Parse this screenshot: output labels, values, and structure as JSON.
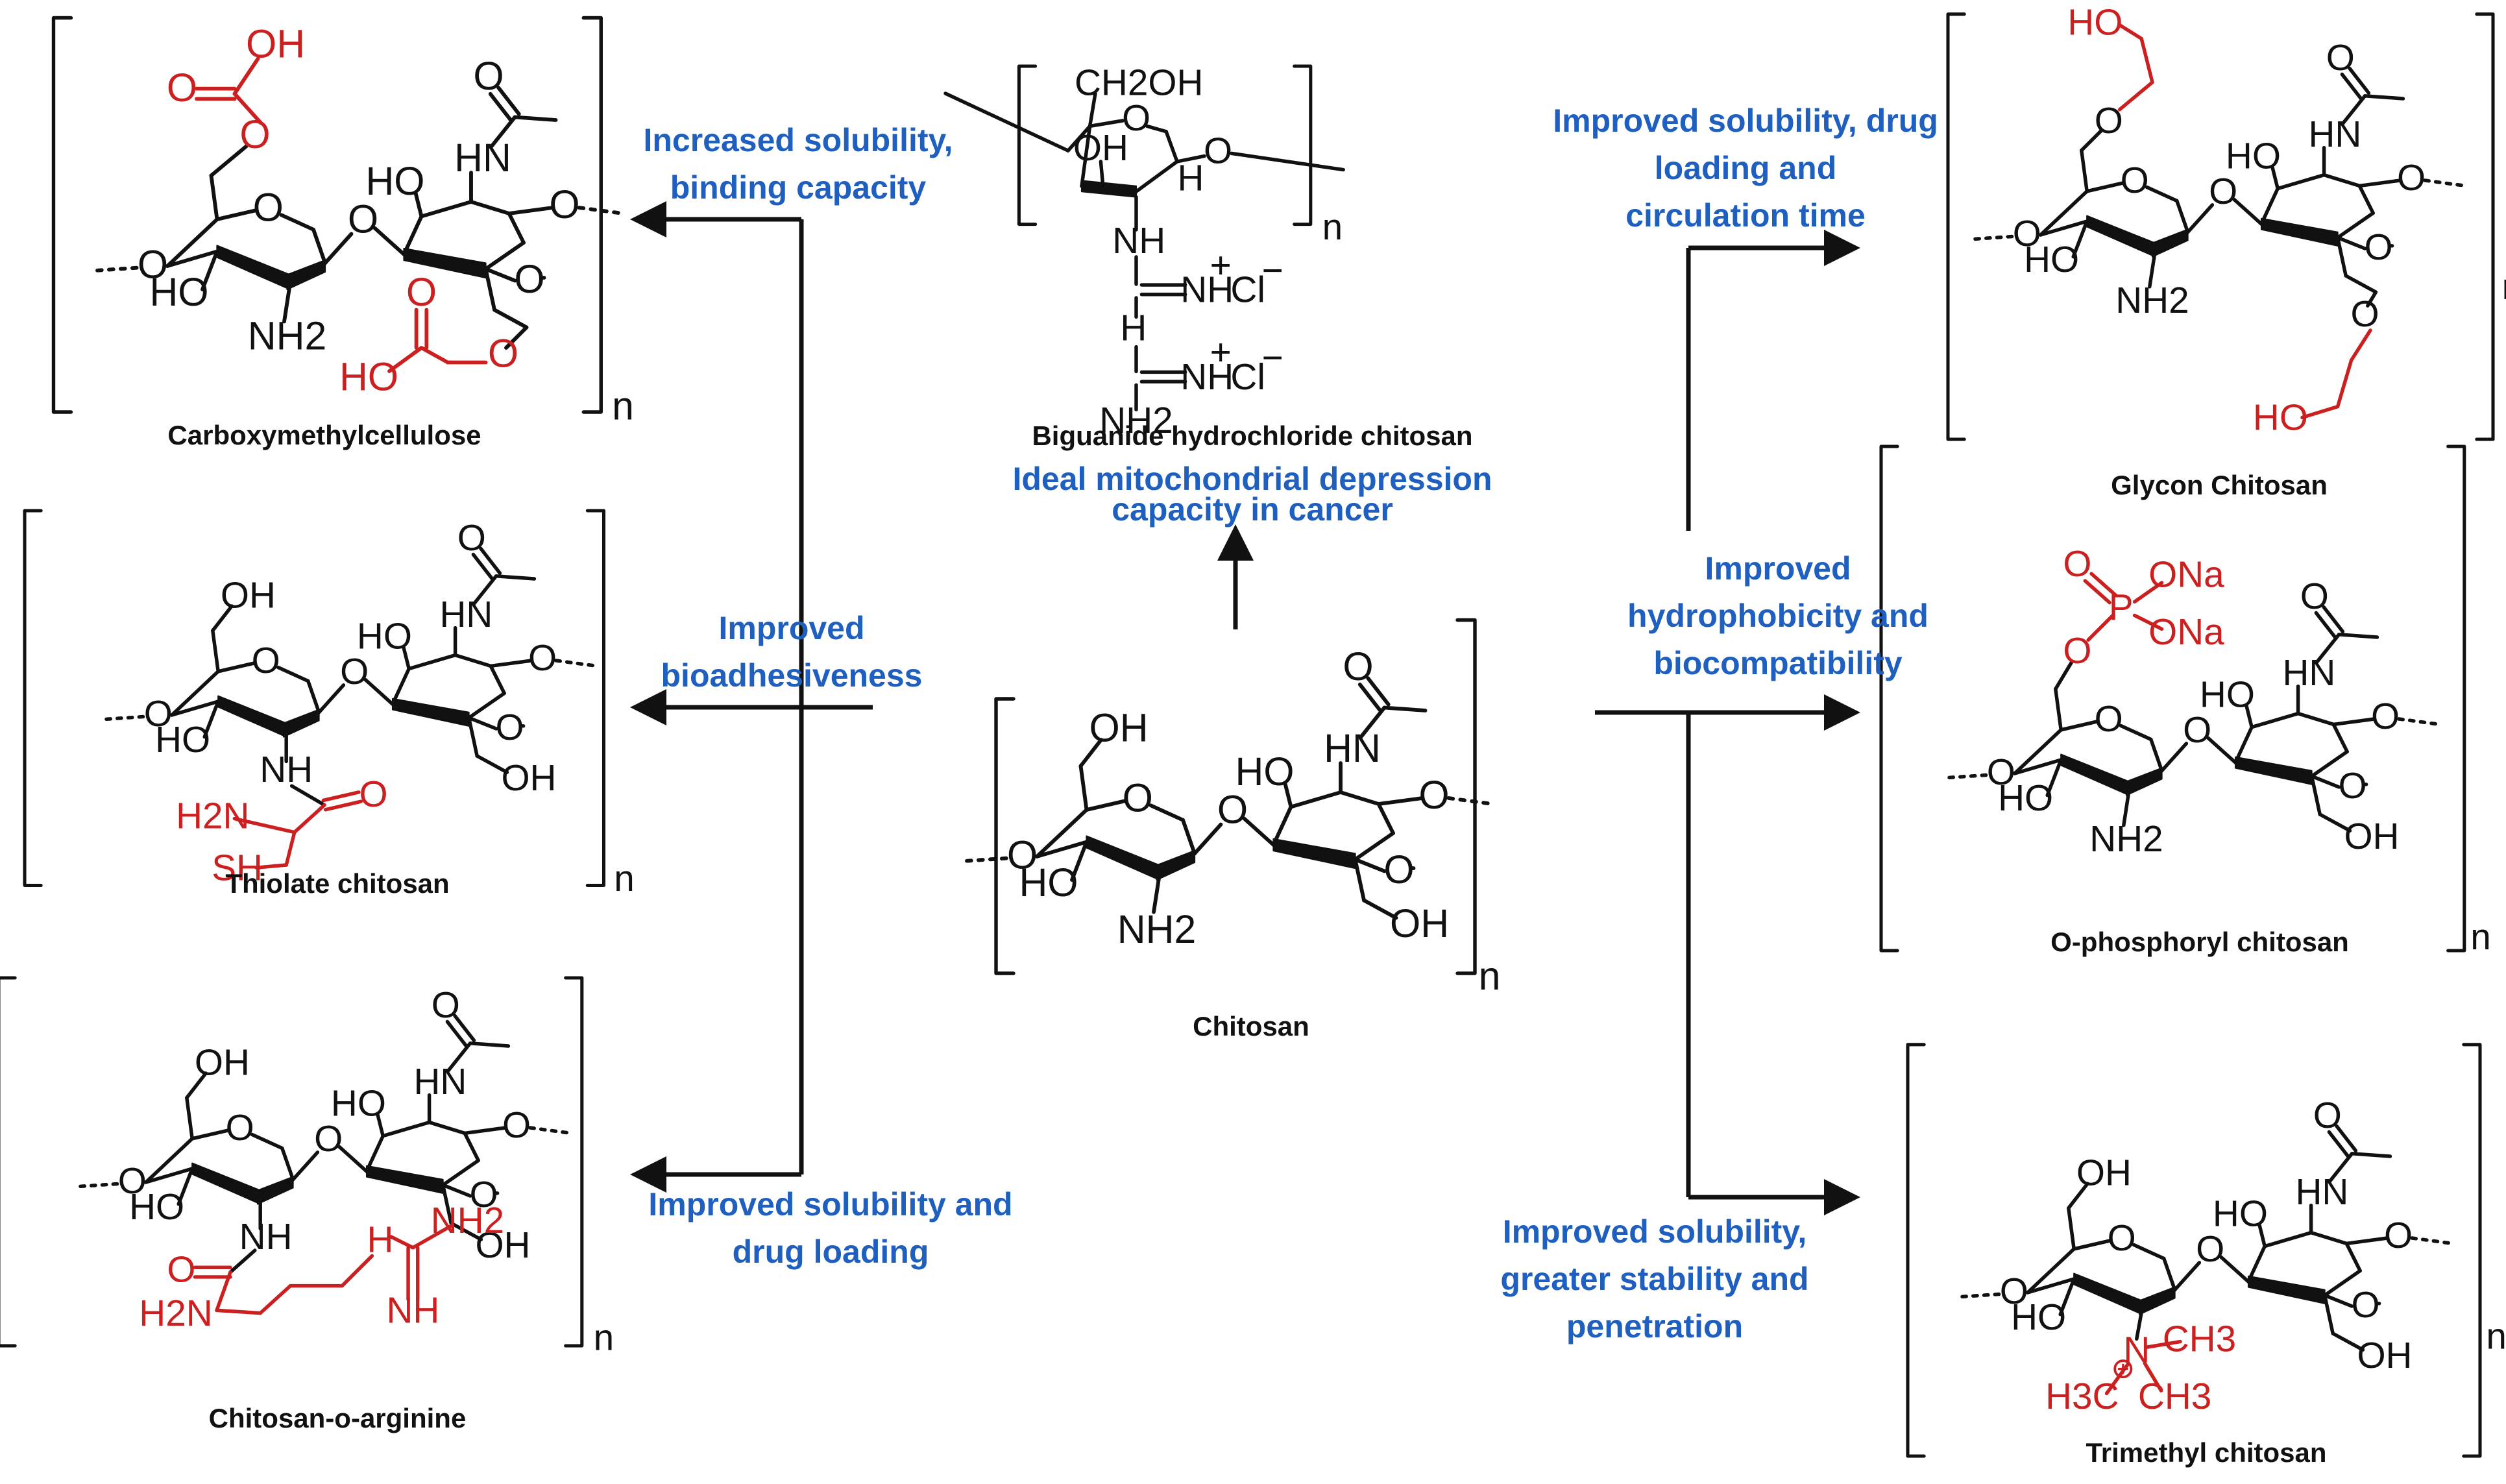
{
  "compounds": {
    "chitosan": "Chitosan",
    "biguanide": "Biguanide hydrochloride chitosan",
    "carboxymethyl": "Carboxymethylcellulose",
    "thiolate": "Thiolate chitosan",
    "arginine": "Chitosan-o-arginine",
    "glycol": "Glycon Chitosan",
    "phosphoryl": "O-phosphoryl chitosan",
    "trimethyl": "Trimethyl chitosan"
  },
  "properties": {
    "mito": [
      "Ideal mitochondrial depression",
      "capacity in cancer"
    ],
    "solubility_binding": [
      "Increased solubility,",
      "binding capacity"
    ],
    "bioadhesive": [
      "Improved",
      "bioadhesiveness"
    ],
    "solubility_drug": [
      "Improved solubility and",
      "drug loading"
    ],
    "solubility_circ": [
      "Improved solubility, drug",
      "loading and",
      "circulation  time"
    ],
    "hydrophobicity": [
      "Improved",
      "hydrophobicity and",
      "biocompatibility"
    ],
    "stability": [
      "Improved solubility,",
      "greater stability and",
      "penetration"
    ]
  },
  "atoms": {
    "oh": "OH",
    "ho": "HO",
    "o": "O",
    "nh": "NH",
    "nh2": "NH2",
    "hn": "HN",
    "n": "N",
    "h": "H",
    "sh": "SH",
    "h2n": "H2N",
    "cl": "Cl",
    "plus": "+",
    "minus": "−",
    "h2": "H2",
    "ona": "ONa",
    "p": "P",
    "ch2oh": "CH2OH",
    "ch3": "CH3",
    "h3c": "H3C",
    "subscript_n": "n"
  },
  "colors": {
    "structure": "#111111",
    "modification": "#cc2020",
    "property_text": "#1f5fbf"
  }
}
